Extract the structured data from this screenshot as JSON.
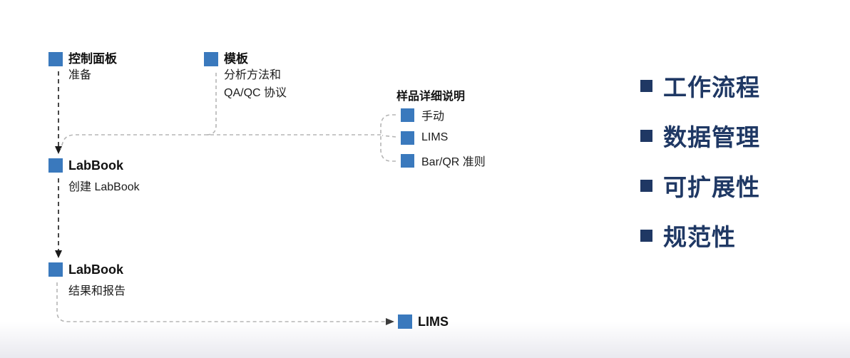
{
  "diagram": {
    "control_panel": {
      "title": "控制面板",
      "subtitle": "准备"
    },
    "template": {
      "title": "模板",
      "line1": "分析方法和",
      "line2": "QA/QC 协议"
    },
    "sample_details": {
      "title": "样品详细说明",
      "items": [
        "手动",
        "LIMS",
        "Bar/QR 准则"
      ]
    },
    "labbook_create": {
      "title": "LabBook",
      "subtitle": "创建 LabBook"
    },
    "labbook_results": {
      "title": "LabBook",
      "subtitle": "结果和报告"
    },
    "lims": {
      "title": "LIMS"
    }
  },
  "features": {
    "items": [
      "工作流程",
      "数据管理",
      "可扩展性",
      "规范性"
    ]
  },
  "colors": {
    "node_square": "#3a79bd",
    "feature_navy": "#1f3864",
    "connector_gray": "#b5b5b5",
    "connector_dark": "#1a1a1a"
  }
}
